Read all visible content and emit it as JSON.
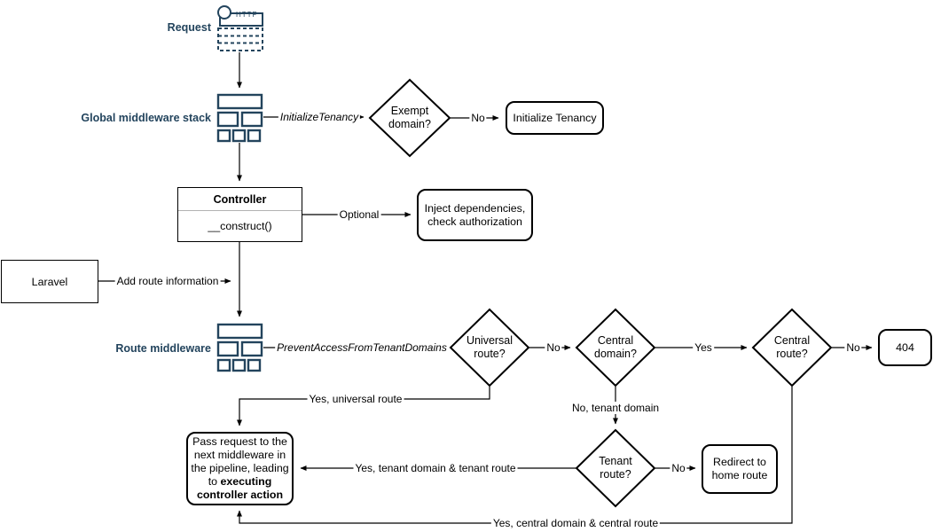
{
  "diagram": {
    "side_labels": {
      "request": "Request",
      "global_stack": "Global middleware stack",
      "route_middleware": "Route middleware"
    },
    "icons": {
      "http_label": "HTTP"
    },
    "nodes": {
      "exempt_domain": "Exempt domain?",
      "initialize_tenancy": "Initialize Tenancy",
      "controller_title": "Controller",
      "controller_method": "__construct()",
      "inject_dependencies": "Inject dependencies, check authorization",
      "laravel": "Laravel",
      "universal_route": "Universal route?",
      "central_domain": "Central domain?",
      "central_route": "Central route?",
      "not_found": "404",
      "tenant_route": "Tenant route?",
      "redirect_home": "Redirect to home route",
      "pass_request_text": "Pass request to the next middleware in the pipeline, leading to ",
      "pass_request_bold": "executing controller action"
    },
    "edge_labels": {
      "initialize_tenancy_mw": "InitializeTenancy",
      "exempt_no": "No",
      "optional": "Optional",
      "add_route_info": "Add route information",
      "prevent_access_mw": "PreventAccessFromTenantDomains",
      "universal_no": "No",
      "central_domain_yes": "Yes",
      "central_route_no": "No",
      "yes_universal_route": "Yes, universal route",
      "no_tenant_domain": "No, tenant domain",
      "tenant_no": "No",
      "yes_tenant_route": "Yes, tenant domain & tenant route",
      "yes_central_route": "Yes, central domain & central route"
    },
    "colors": {
      "icon_stroke": "#23445d",
      "label_text": "#23445d",
      "shape_stroke": "#000000",
      "background": "#ffffff"
    }
  }
}
